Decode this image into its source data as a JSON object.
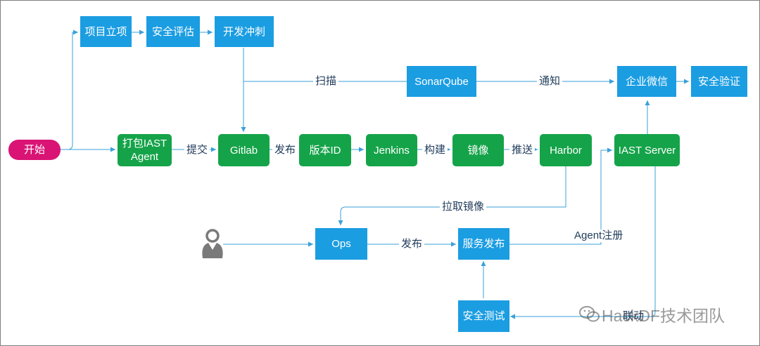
{
  "nodes": {
    "xiangmu_lixiang": "项目立项",
    "anquan_pinggu": "安全评估",
    "kaifa_chongci": "开发冲刺",
    "sonarqube": "SonarQube",
    "qiye_weixin": "企业微信",
    "anquan_yanzheng": "安全验证",
    "kaishi": "开始",
    "dabao_iast": "打包IAST\nAgent",
    "gitlab": "Gitlab",
    "banben_id": "版本ID",
    "jenkins": "Jenkins",
    "jingxiang": "镜像",
    "harbor": "Harbor",
    "iast_server": "IAST Server",
    "ops": "Ops",
    "fuwu_fabu": "服务发布",
    "anquan_ceshi": "安全测试"
  },
  "edge_labels": {
    "saomiao": "扫描",
    "tongzhi": "通知",
    "tijiao": "提交",
    "fabu1": "发布",
    "goujian": "构建",
    "tuisong": "推送",
    "laqu_jingxiang": "拉取镜像",
    "fabu2": "发布",
    "agent_zhuce": "Agent注册",
    "liandong": "联动"
  },
  "watermark": "HackDF技术团队",
  "colors": {
    "process_blue": "#1b9de2",
    "pipeline_green": "#15a349",
    "start_pink": "#d91475",
    "connector": "#3aa0d8"
  },
  "icons": [
    "user-icon",
    "wechat-icon"
  ]
}
